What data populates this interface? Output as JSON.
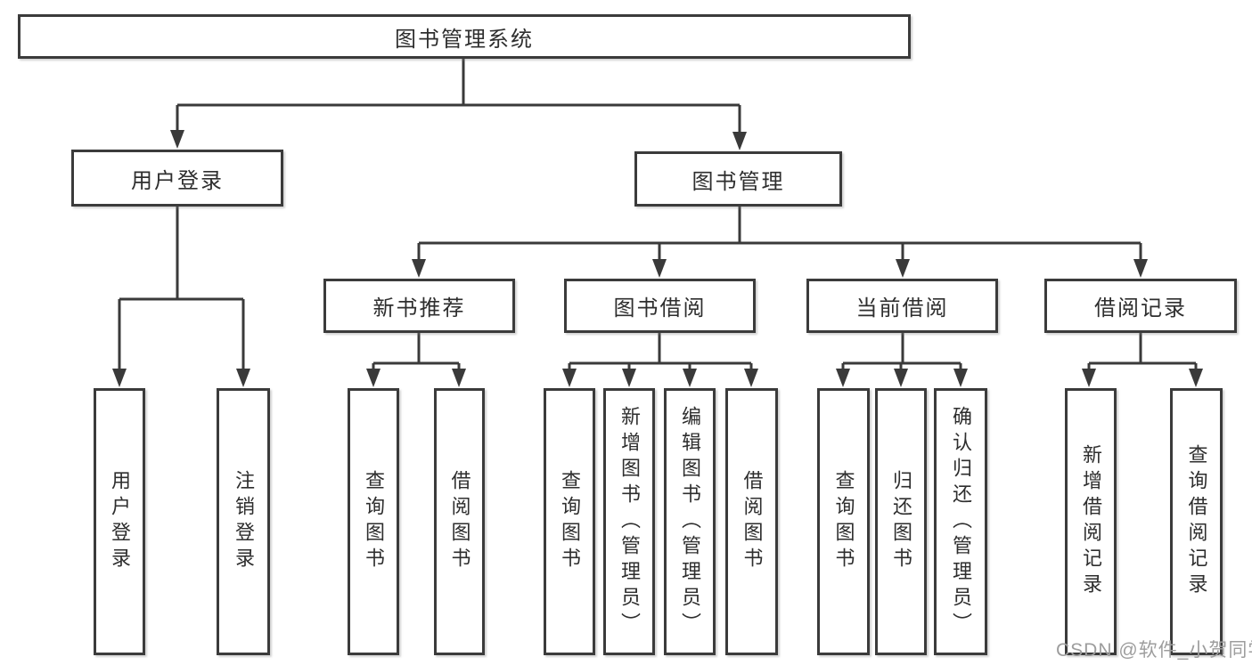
{
  "tree": {
    "label": "图书管理系统",
    "children": [
      {
        "label": "用户登录",
        "children": [
          {
            "label": "用户登录"
          },
          {
            "label": "注销登录"
          }
        ]
      },
      {
        "label": "图书管理",
        "children": [
          {
            "label": "新书推荐",
            "children": [
              {
                "label": "查询图书"
              },
              {
                "label": "借阅图书"
              }
            ]
          },
          {
            "label": "图书借阅",
            "children": [
              {
                "label": "查询图书"
              },
              {
                "label": "新增图书（管理员）"
              },
              {
                "label": "编辑图书（管理员）"
              },
              {
                "label": "借阅图书"
              }
            ]
          },
          {
            "label": "当前借阅",
            "children": [
              {
                "label": "查询图书"
              },
              {
                "label": "归还图书"
              },
              {
                "label": "确认归还（管理员）"
              }
            ]
          },
          {
            "label": "借阅记录",
            "children": [
              {
                "label": "新增借阅记录"
              },
              {
                "label": "查询借阅记录"
              }
            ]
          }
        ]
      }
    ]
  },
  "watermark": "CSDN @软件_小贺同学",
  "colors": {
    "line": "#3a3a3a",
    "border": "#3b3b3b",
    "text": "#2e2e2e",
    "watermark": "#9d9d9d",
    "background": "#ffffff"
  }
}
